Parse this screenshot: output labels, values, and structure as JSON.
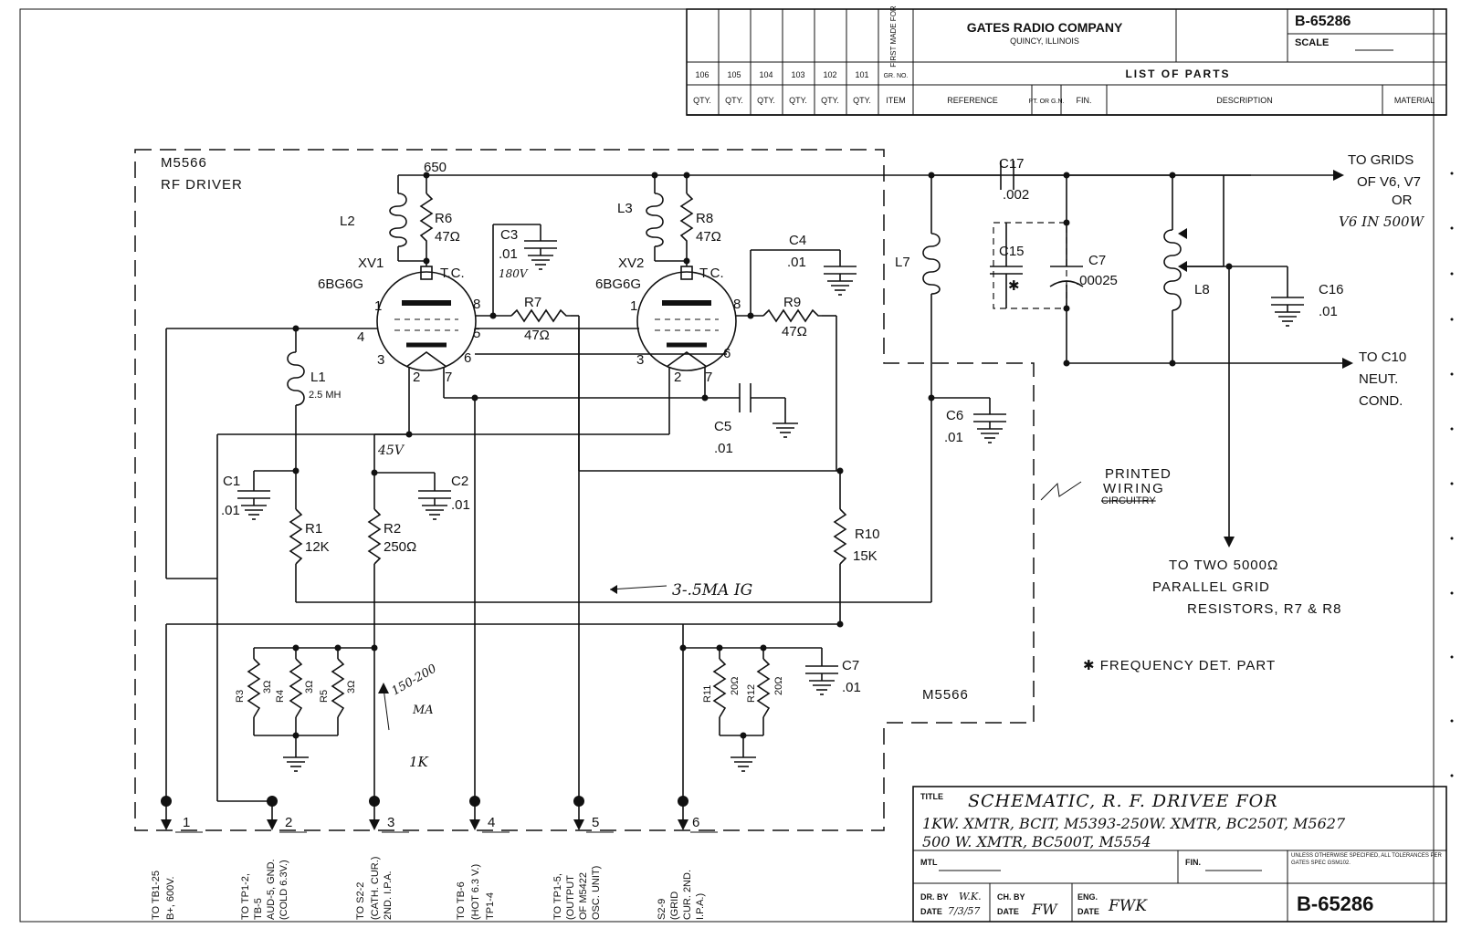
{
  "title_block": {
    "company": "GATES RADIO COMPANY",
    "location": "QUINCY, ILLINOIS",
    "drawing_number": "B-65286",
    "scale_label": "SCALE",
    "list_of_parts": "LIST OF PARTS",
    "first_made_for": "FIRST MADE FOR",
    "gr_no": "GR. NO.",
    "group_numbers": [
      "106",
      "105",
      "104",
      "103",
      "102",
      "101"
    ],
    "qty": "QTY.",
    "columns": [
      "ITEM",
      "REFERENCE",
      "PT. OR G.N.",
      "FIN.",
      "DESCRIPTION",
      "MATERIAL"
    ]
  },
  "drawing_title": {
    "label": "TITLE",
    "line1": "SCHEMATIC, R. F. DRIVEE FOR",
    "line2": "1KW. XMTR, BCIT, M5393-250W. XMTR, BC250T, M5627",
    "line3": "500 W. XMTR, BC500T, M5554",
    "mtl": "MTL",
    "fin": "FIN.",
    "tolerance_note": "UNLESS OTHERWISE SPECIFIED, ALL TOLERANCES PER GATES SPEC GSM102.",
    "dr_by": "DR. BY",
    "dr_by_initials": "W.K.",
    "date": "DATE",
    "date_value": "7/3/57",
    "ch_by": "CH. BY",
    "ch_by_initials": "FW",
    "eng": "ENG.",
    "eng_initials": "FWK",
    "number": "B-65286"
  },
  "labels": {
    "module": "M5566",
    "module_name": "RF DRIVER",
    "module_bottom": "M5566",
    "b650": "650",
    "v45": "45V",
    "v180": "180V",
    "tc": "T.C.",
    "meter_note": "3-.5MA IG",
    "cathode_note_1": "150-200",
    "cathode_note_2": "MA",
    "cathode_note_3": "1K",
    "printed_1": "PRINTED",
    "printed_2": "WIRING",
    "printed_3": "CIRCUITRY",
    "grids_1": "TO GRIDS",
    "grids_2": "OF V6, V7",
    "grids_3": "OR",
    "grids_4": "V6 IN 500W",
    "c10_1": "TO C10",
    "c10_2": "NEUT.",
    "c10_3": "COND.",
    "two_1": "TO TWO 5000Ω",
    "two_2": "PARALLEL GRID",
    "two_3": "RESISTORS, R7 & R8",
    "freq_note": "✱ FREQUENCY DET. PART",
    "pin1": "1",
    "pin2": "2",
    "pin3": "3",
    "pin4": "4",
    "pin5": "5",
    "pin6": "6",
    "pin7": "7",
    "pin8": "8"
  },
  "tubes": [
    {
      "ref": "XV1",
      "type": "6BG6G"
    },
    {
      "ref": "XV2",
      "type": "6BG6G"
    }
  ],
  "components": {
    "L1": {
      "ref": "L1",
      "value": "2.5 MH"
    },
    "L2": {
      "ref": "L2"
    },
    "L3": {
      "ref": "L3"
    },
    "L7": {
      "ref": "L7"
    },
    "L8": {
      "ref": "L8"
    },
    "R1": {
      "ref": "R1",
      "value": "12K"
    },
    "R2": {
      "ref": "R2",
      "value": "250Ω"
    },
    "R3": {
      "ref": "R3",
      "value": "3Ω"
    },
    "R4": {
      "ref": "R4",
      "value": "3Ω"
    },
    "R5": {
      "ref": "R5",
      "value": "3Ω"
    },
    "R6": {
      "ref": "R6",
      "value": "47Ω"
    },
    "R7": {
      "ref": "R7",
      "value": "47Ω"
    },
    "R8": {
      "ref": "R8",
      "value": "47Ω"
    },
    "R9": {
      "ref": "R9",
      "value": "47Ω"
    },
    "R10": {
      "ref": "R10",
      "value": "15K"
    },
    "R11": {
      "ref": "R11",
      "value": "20Ω"
    },
    "R12": {
      "ref": "R12",
      "value": "20Ω"
    },
    "C1": {
      "ref": "C1",
      "value": ".01"
    },
    "C2": {
      "ref": "C2",
      "value": ".01"
    },
    "C3": {
      "ref": "C3",
      "value": ".01"
    },
    "C4": {
      "ref": "C4",
      "value": ".01"
    },
    "C5": {
      "ref": "C5",
      "value": ".01"
    },
    "C6": {
      "ref": "C6",
      "value": ".01"
    },
    "C7a": {
      "ref": "C7",
      "value": ".01"
    },
    "C7b": {
      "ref": "C7",
      "value": ".00025"
    },
    "C15": {
      "ref": "C15",
      "value": "✱"
    },
    "C16": {
      "ref": "C16",
      "value": ".01"
    },
    "C17": {
      "ref": "C17",
      "value": ".002"
    }
  },
  "terminals": [
    {
      "num": "1",
      "line1": "TO TB1-25",
      "line2": "B+, 600V."
    },
    {
      "num": "2",
      "line1": "TO TP1-2,",
      "line2": "TB-5",
      "line3": "AUD-5, GND.",
      "line4": "(COLD 6.3V.)"
    },
    {
      "num": "3",
      "line1": "TO S2-2",
      "line2": "(CATH. CUR.)",
      "line3": "2ND. I.P.A."
    },
    {
      "num": "4",
      "line1": "TO TB-6",
      "line2": "(HOT 6.3 V.)",
      "line3": "TP1-4"
    },
    {
      "num": "5",
      "line1": "TO TP1-5,",
      "line2": "(OUTPUT",
      "line3": "OF M5422",
      "line4": "OSC. UNIT)"
    },
    {
      "num": "6",
      "line1": "S2-9",
      "line2": "(GRID",
      "line3": "CUR. 2ND.",
      "line4": "I.P.A.)"
    }
  ]
}
